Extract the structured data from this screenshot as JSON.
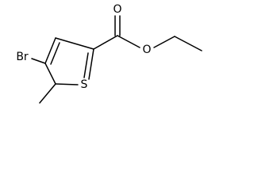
{
  "molecule": {
    "atoms": {
      "bromine": "Br",
      "sulfur": "S",
      "carbonyl_oxygen": "O",
      "ester_oxygen": "O"
    },
    "colors": {
      "bond": "#000000",
      "label": "#000000",
      "background": "#ffffff"
    }
  }
}
